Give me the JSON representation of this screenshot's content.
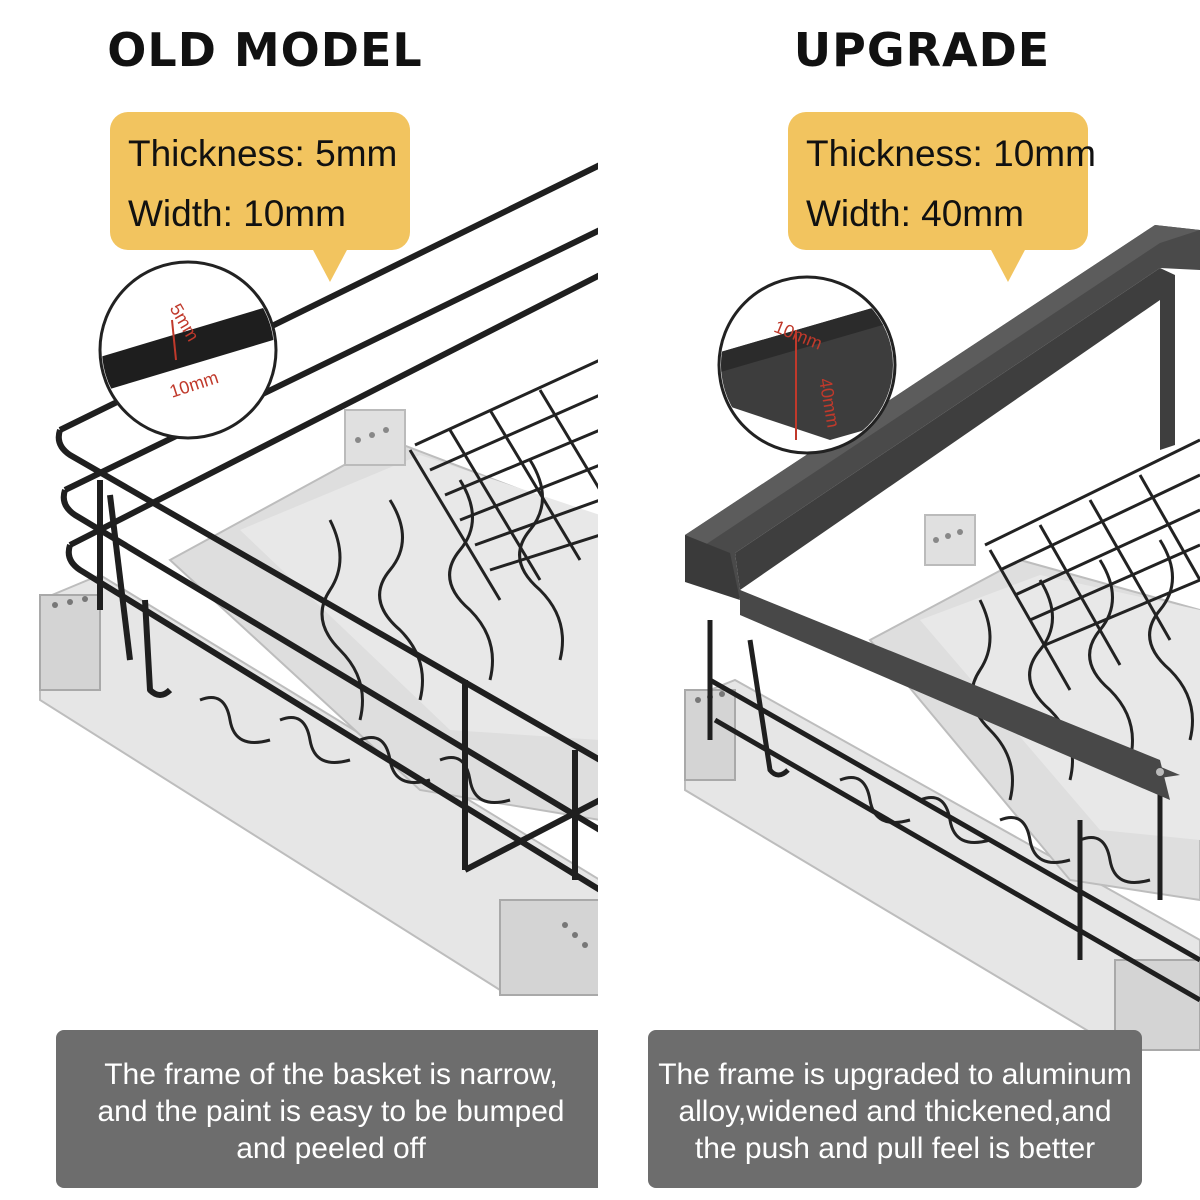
{
  "left_panel": {
    "heading": "OLD MODEL",
    "spec": {
      "thickness": "Thickness: 5mm",
      "width": "Width: 10mm"
    },
    "detail": {
      "thickness_mark": "5mm",
      "width_mark": "10mm"
    },
    "caption_lines": [
      "The frame of the basket is narrow,",
      "and the paint is easy to be bumped",
      "and peeled off"
    ]
  },
  "right_panel": {
    "heading": "UPGRADE",
    "spec": {
      "thickness": "Thickness: 10mm",
      "width": "Width: 40mm"
    },
    "detail": {
      "thickness_mark": "10mm",
      "width_mark": "40mm"
    },
    "caption_lines": [
      "The frame is upgraded to aluminum",
      "alloy,widened and thickened,and",
      "the push and pull feel is better"
    ]
  },
  "colors": {
    "bubble": "#f2c45f",
    "caption_bg": "#6d6d6d",
    "frame_dark": "#2a2a2a",
    "frame_aluminum": "#4a4a4a",
    "tray": "#d9d9d9",
    "rail": "#e6e6e6",
    "mark_red": "#c0392b"
  }
}
